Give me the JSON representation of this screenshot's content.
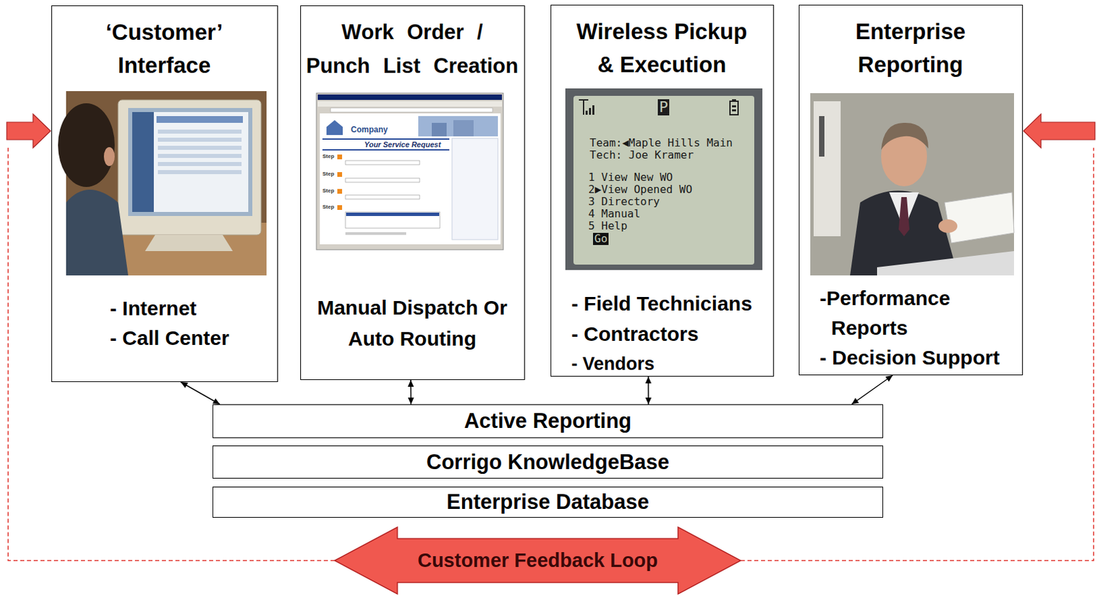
{
  "diagram": {
    "nodes": [
      {
        "text": [
          "‘Customer’ Interface",
          "- Internet",
          "- Call Center"
        ]
      },
      {
        "text": [
          "Work Order / Punch List Creation",
          "Manual Dispatch Or Auto Routing"
        ]
      },
      {
        "text": [
          "Wireless Pickup & Execution",
          "- Field Technicians",
          "- Contractors",
          "- Vendors"
        ]
      },
      {
        "text": [
          "Enterprise Reporting",
          "-Performance Reports",
          "- Decision Support"
        ]
      },
      {
        "text": [
          "Active Reporting"
        ]
      },
      {
        "text": [
          "Corrigo KnowledgeBase"
        ]
      },
      {
        "text": [
          "Enterprise Database"
        ]
      },
      {
        "text": [
          "Customer Feedback Loop"
        ]
      }
    ],
    "edges": [
      {
        "from": 0,
        "to": 4,
        "arrow": "both"
      },
      {
        "from": 1,
        "to": 4,
        "arrow": "both"
      },
      {
        "from": 2,
        "to": 4,
        "arrow": "both"
      },
      {
        "from": 3,
        "to": 4,
        "arrow": "both"
      },
      {
        "from": 7,
        "to": 0,
        "arrow": "to"
      },
      {
        "from": 7,
        "to": 3,
        "arrow": "to"
      }
    ],
    "labels": [
      "Company",
      "Your Service Request",
      "Step",
      "Step",
      "Step",
      "Step",
      "P",
      "Team:◀Maple Hills Main",
      "Tech: Joe Kramer",
      "1 View New WO",
      "2▶View Opened WO",
      "3 Directory",
      "4 Manual",
      "5 Help",
      "Go"
    ]
  }
}
